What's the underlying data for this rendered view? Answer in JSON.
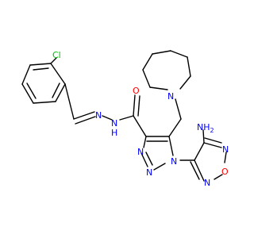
{
  "molecule": {
    "colors": {
      "carbon": "#000000",
      "nitrogen": "#0000FF",
      "oxygen": "#FF0000",
      "chlorine": "#00C000",
      "background": "#FFFFFF"
    },
    "atoms": {
      "cl": "Cl",
      "o_carbonyl": "O",
      "n_amide": "N",
      "h_amide": "H",
      "n_imine": "N",
      "n_azepane": "N",
      "n_triazole_1": "N",
      "n_triazole_2": "N",
      "n_triazole_3": "N",
      "n_amino": "NH",
      "amino_h2_subscript": "2",
      "n_oxadiazole_top": "N",
      "o_oxadiazole": "O",
      "n_oxadiazole_bottom": "N"
    }
  }
}
